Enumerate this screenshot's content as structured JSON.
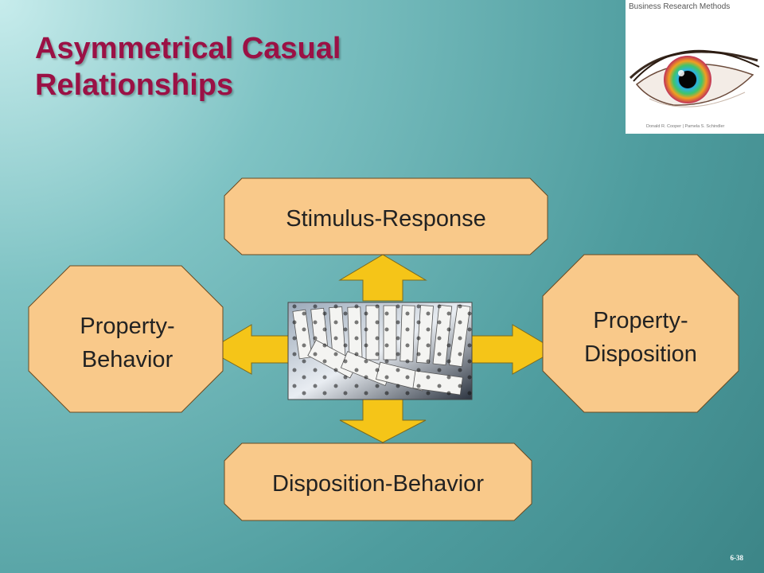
{
  "slide": {
    "title_line1": "Asymmetrical Casual",
    "title_line2": "Relationships",
    "slide_number": "6-38"
  },
  "book_cover": {
    "title": "Business Research Methods",
    "authors": "Donald R. Cooper  |  Pamela S. Schindler"
  },
  "diagram": {
    "nodes": {
      "top": "Stimulus-Response",
      "bottom": "Disposition-Behavior",
      "left_line1": "Property-",
      "left_line2": "Behavior",
      "right_line1": "Property-",
      "right_line2": "Disposition"
    },
    "center_image": "dominoes-photo"
  },
  "colors": {
    "node_fill": "#f9c98a",
    "arrow_fill": "#f5c518",
    "title": "#9b1145",
    "background": "#4e9c9e"
  }
}
